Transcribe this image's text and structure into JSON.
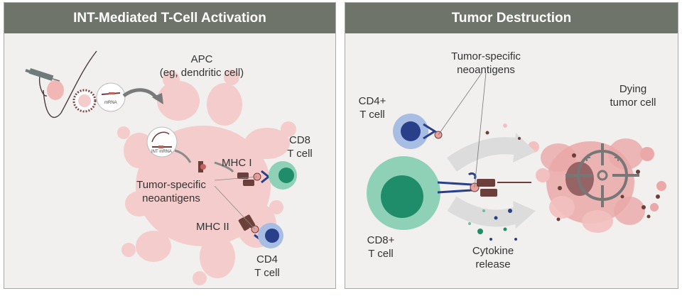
{
  "left_panel": {
    "title": "INT-Mediated T-Cell Activation",
    "apc_label": [
      "APC",
      "(eg, dendritic cell)"
    ],
    "mrna_label": "mRNA",
    "int_mrna_label": "INT mRNA",
    "neoantigens_label": [
      "Tumor-specific",
      "neoantigens"
    ],
    "mhc1_label": "MHC I",
    "mhc2_label": "MHC II",
    "cd8_label": [
      "CD8",
      "T cell"
    ],
    "cd4_label": [
      "CD4",
      "T cell"
    ]
  },
  "right_panel": {
    "title": "Tumor Destruction",
    "neoantigens_label": [
      "Tumor-specific",
      "neoantigens"
    ],
    "cd4_label": [
      "CD4+",
      "T cell"
    ],
    "cd8_label": [
      "CD8+",
      "T cell"
    ],
    "dying_label": [
      "Dying",
      "tumor cell"
    ],
    "cytokine_label": [
      "Cytokine",
      "release"
    ]
  },
  "colors": {
    "header": "#6e7469",
    "apc_pink": "#f3cccb",
    "cd8_green": "#6dbf9d",
    "cd4_blue": "#8ea9d8",
    "mhc_brown": "#6b3f3a",
    "receptor_navy": "#2a3f8a",
    "tumor_pink": "#eba8a8"
  }
}
